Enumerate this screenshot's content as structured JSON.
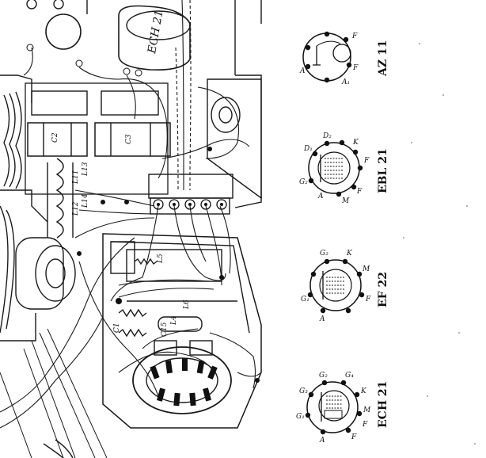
{
  "schematic": {
    "chassis": {
      "tube_label": "ECH 21",
      "part_labels": [
        "C2",
        "C3",
        "L11",
        "L12",
        "L13",
        "L14",
        "L5",
        "L6",
        "L4",
        "C1",
        "C15"
      ]
    },
    "tube_bases": [
      {
        "name": "AZ 11",
        "pins": [
          "F",
          "F",
          "A",
          "A₁"
        ]
      },
      {
        "name": "EBL 21",
        "pins": [
          "D₁",
          "D₂",
          "G₂",
          "K",
          "A",
          "F",
          "F",
          "M"
        ]
      },
      {
        "name": "EF 22",
        "pins": [
          "G₂",
          "K",
          "G₁",
          "A",
          "F",
          "M"
        ]
      },
      {
        "name": "ECH 21",
        "pins": [
          "G₁",
          "G₃",
          "G₂",
          "G₄",
          "K",
          "M",
          "A",
          "F",
          "F"
        ]
      }
    ]
  }
}
